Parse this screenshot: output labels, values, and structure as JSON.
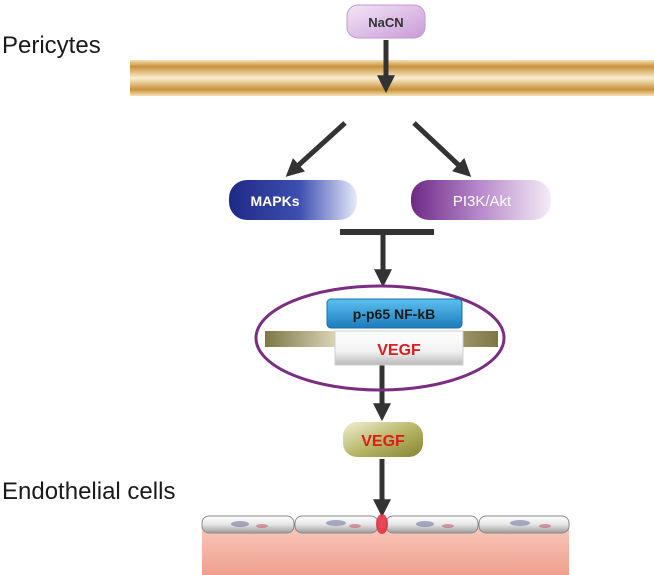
{
  "labels": {
    "pericytes": "Pericytes",
    "endothelial_cells": "Endothelial cells"
  },
  "nodes": {
    "nacn": "NaCN",
    "mapks": "MAPKs",
    "pi3k_akt": "PI3K/Akt",
    "p65": "p-p65 NF-kB",
    "vegf_gene": "VEGF",
    "vegf_protein": "VEGF"
  },
  "colors": {
    "membrane": "#d9a441",
    "nacn_pill": "#d8b4e2",
    "mapks_pill": "#2e3d9a",
    "pi3k_pill": "#7b3a93",
    "p65_box": "#2a8fd0",
    "dna_bar": "#8f8a55",
    "nucleus_outline": "#7a2d82",
    "vegf_text": "#e01b1b",
    "vegf_pill": "#9a9a40",
    "endothelium": "#f3b3a6",
    "arrow": "#333333"
  }
}
